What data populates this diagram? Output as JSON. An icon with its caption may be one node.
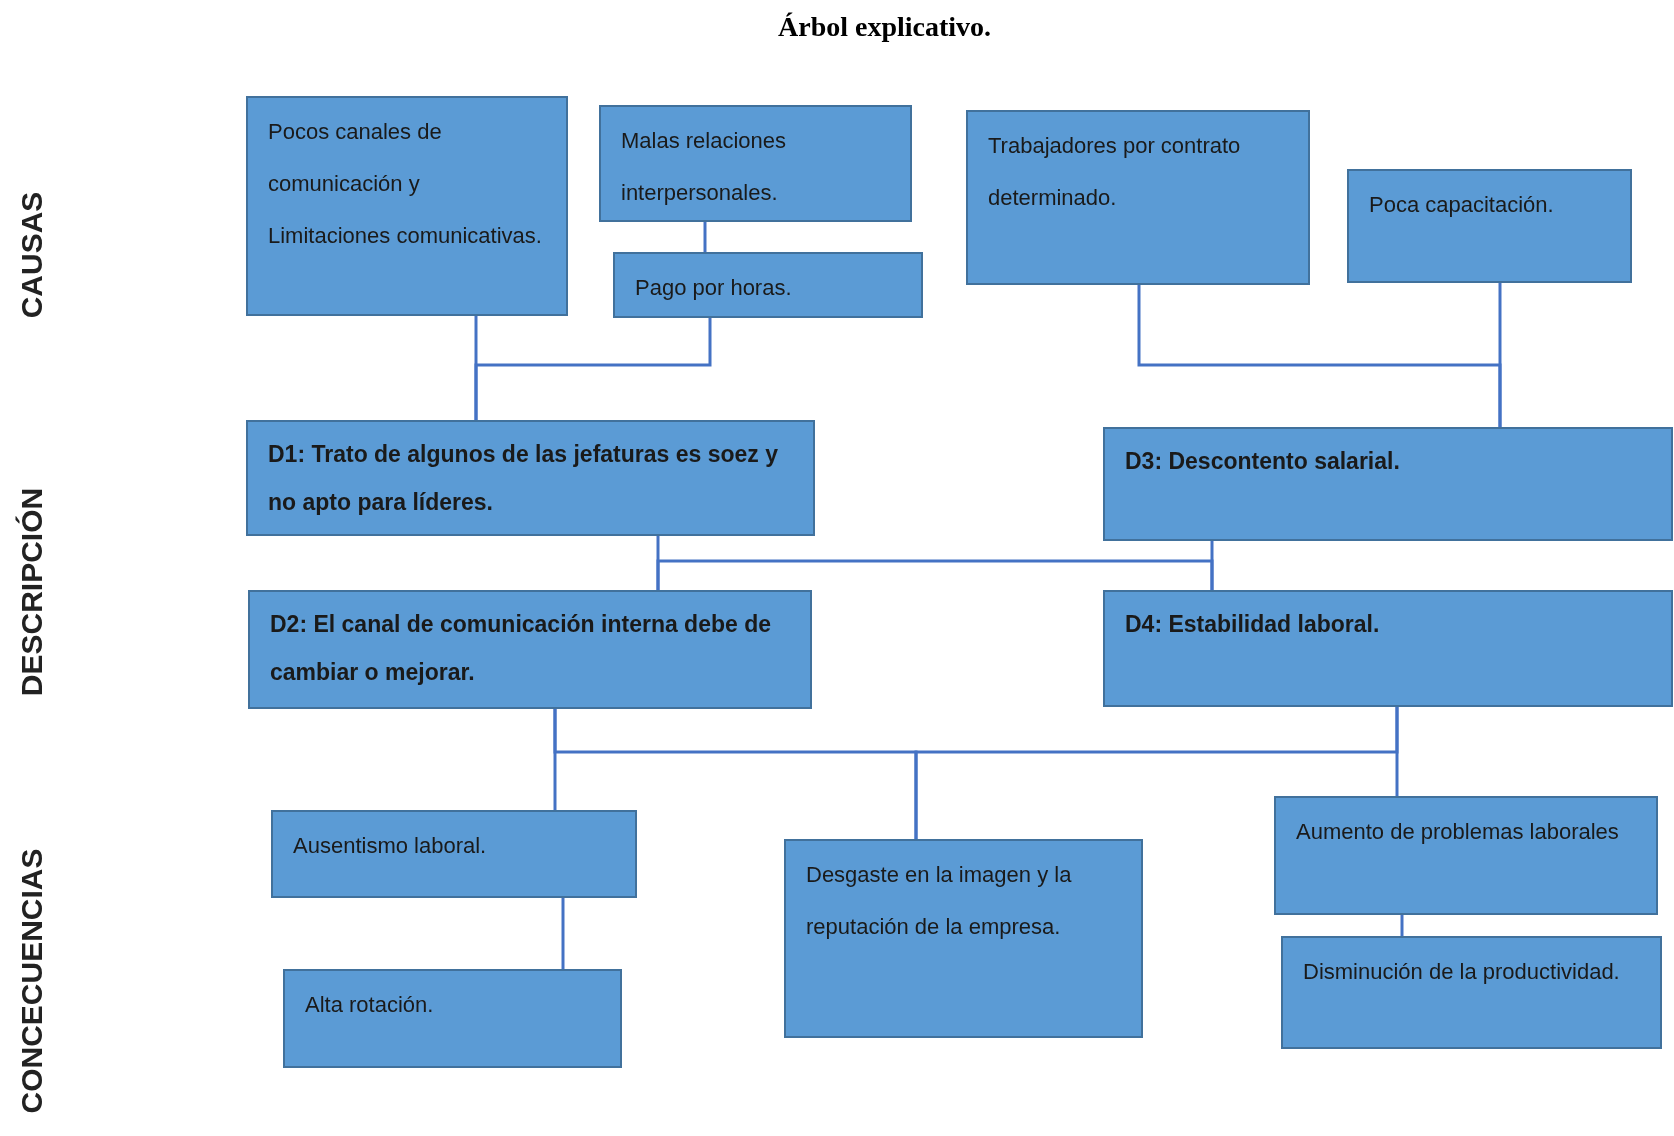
{
  "diagram": {
    "title": "Árbol explicativo.",
    "nodes": [
      {
        "text": [
          "Pocos canales de comunicación y Limitaciones comunicativas."
        ]
      },
      {
        "text": [
          "Malas relaciones interpersonales."
        ]
      },
      {
        "text": [
          "Pago por horas."
        ]
      },
      {
        "text": [
          "Trabajadores por contrato determinado."
        ]
      },
      {
        "text": [
          "Poca capacitación."
        ]
      },
      {
        "text": [
          "D1: Trato de algunos de las jefaturas es soez y no apto para líderes."
        ]
      },
      {
        "text": [
          "D3: Descontento salarial."
        ]
      },
      {
        "text": [
          "D2: El canal de comunicación interna debe de cambiar o mejorar."
        ]
      },
      {
        "text": [
          "D4: Estabilidad laboral."
        ]
      },
      {
        "text": [
          "Ausentismo laboral."
        ]
      },
      {
        "text": [
          "Desgaste en la imagen y la reputación de la empresa."
        ]
      },
      {
        "text": [
          "Aumento de problemas laborales"
        ]
      },
      {
        "text": [
          "Alta rotación."
        ]
      },
      {
        "text": [
          "Disminución de la productividad."
        ]
      }
    ],
    "edges": [
      {
        "from": 1,
        "to": 2,
        "arrow": "none"
      },
      {
        "from": 0,
        "to": 5,
        "arrow": "none"
      },
      {
        "from": 2,
        "to": 5,
        "arrow": "none"
      },
      {
        "from": 3,
        "to": 6,
        "arrow": "none"
      },
      {
        "from": 4,
        "to": 6,
        "arrow": "none"
      },
      {
        "from": 5,
        "to": 7,
        "arrow": "none"
      },
      {
        "from": 7,
        "to": 8,
        "arrow": "none"
      },
      {
        "from": 6,
        "to": 8,
        "arrow": "none"
      },
      {
        "from": 7,
        "to": 9,
        "arrow": "none"
      },
      {
        "from": 7,
        "to": 10,
        "arrow": "none"
      },
      {
        "from": 8,
        "to": 10,
        "arrow": "none"
      },
      {
        "from": 8,
        "to": 11,
        "arrow": "none"
      },
      {
        "from": 9,
        "to": 12,
        "arrow": "none"
      },
      {
        "from": 11,
        "to": 13,
        "arrow": "none"
      }
    ],
    "labels": [
      "CAUSAS",
      "DESCRIPCIÓN",
      "CONCECUENCIAS"
    ]
  }
}
